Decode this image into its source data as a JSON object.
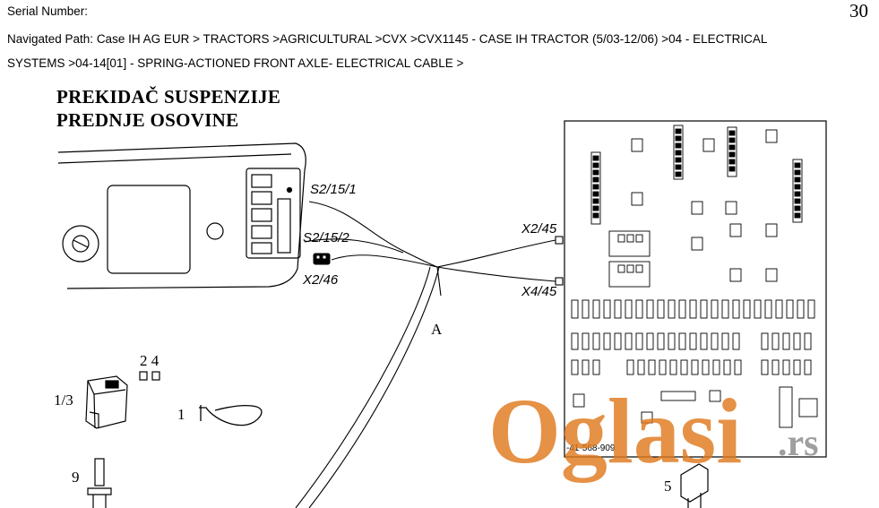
{
  "header": {
    "serial_label": "Serial Number:",
    "page_number": "30",
    "path_line1": "Navigated Path: Case IH AG EUR > TRACTORS >AGRICULTURAL >CVX >CVX1145 - CASE IH TRACTOR (5/03-12/06) >04 - ELECTRICAL",
    "path_line2": "SYSTEMS >04-14[01] - SPRING-ACTIONED FRONT AXLE- ELECTRICAL CABLE >"
  },
  "diagram": {
    "title_line1": "PREKIDAČ SUSPENZIJE",
    "title_line2": "PREDNJE OSOVINE",
    "connectors": {
      "s2_15_1": "S2/15/1",
      "s2_15_2": "S2/15/2",
      "x2_46": "X2/46",
      "x2_45": "X2/45",
      "x4_45": "X4/45"
    },
    "cable_label": "A",
    "callouts": {
      "c24": "2 4",
      "c13": "1/3",
      "c1": "1",
      "c9": "9",
      "c5": "5"
    },
    "board_code": "-41-568-909"
  },
  "watermark": {
    "text": "Oglasi",
    "suffix": ".rs",
    "color": "#e07a1e"
  }
}
